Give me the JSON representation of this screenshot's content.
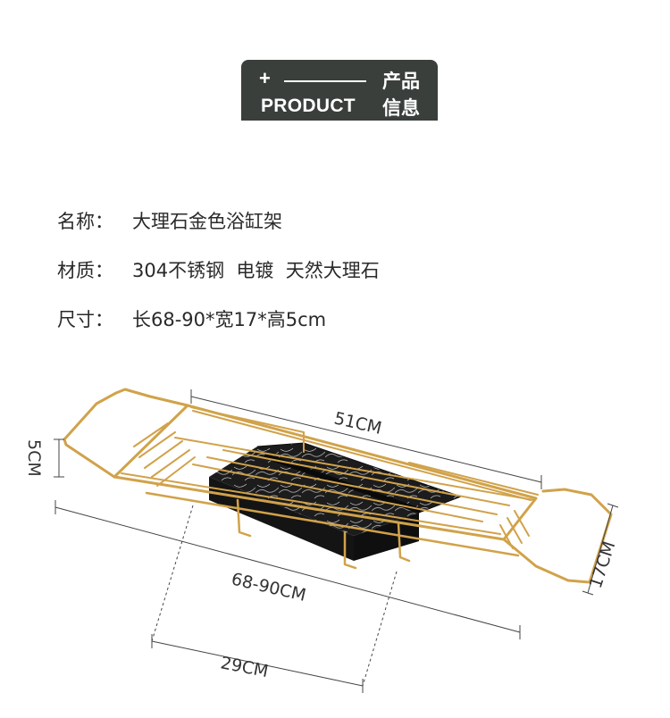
{
  "badge": {
    "plus": "+",
    "en": "PRODUCT",
    "zh_line1": "产品",
    "zh_line2": "信息"
  },
  "specs": [
    {
      "key": "名称：",
      "value": "大理石金色浴缸架"
    },
    {
      "key": "材质：",
      "value": "304不锈钢  电镀  天然大理石"
    },
    {
      "key": "尺寸：",
      "value": "长68-90*宽17*高5cm"
    }
  ],
  "dimensions": {
    "length": "51CM",
    "height": "5CM",
    "width": "17CM",
    "extended": "68-90CM",
    "tray": "29CM"
  },
  "colors": {
    "badge_bg": "#3a3f3b",
    "gold": "#d1a24a",
    "marble": "#1c1c1c"
  }
}
